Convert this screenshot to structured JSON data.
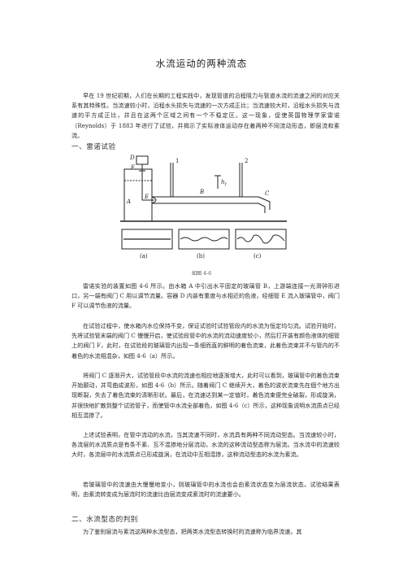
{
  "title": "水流运动的两种流态",
  "intro": "早在 19 世纪初期，人们在长期的工程实践中，发现管道的沿程阻力与管道水流的流速之间的对应关系有其特殊性。当流速较小时，沿程水头损失与流速的一次方成正比；当流速较大时，沿程水头损失与流速的平方成正比，并且在这两个区域之间有一个不稳定区。这一现象，促使英国物理学家雷诺 （Reynolds）于 1883 年进行了试验，并揭示了实际液体运动存在着两种不同流动形态，即层流和紊流。",
  "section1": "一、雷诺试验",
  "figure": {
    "labels": {
      "D": "D",
      "F": "F",
      "A": "A",
      "E": "E",
      "B": "B",
      "C": "C",
      "hf": "h",
      "hf_sub": "f",
      "n1": "1",
      "n2": "2"
    },
    "panels": [
      "(a)",
      "(b)",
      "(c)"
    ],
    "caption": "如图 4-6"
  },
  "p1": "雷诺实验的装置如图 4-6 所示。由水箱 A 中引出水平固定的玻璃管 B，上游端连接一光滑钟形进口，另一端有阀门 C 用以调节流量。容器 D 内装有重度与水相近的色液，经细管 E 流入玻璃管中，阀门 F 可以调节色液的流量。",
  "p2": "在试验过程中，使水箱内水位保持不变，保证试验时试验管段内的水流为恒定均匀流。试验开始时，先将试验管末端的阀门 C 慢慢开启，使试验段管中的水流的流动速度较小，然后打开装有颜色液体的细管上的阀门 F，此时，在试验段的玻璃管内出现一条细而直的鲜明的着色流束，此着色流束并不与管内的不着色的水流相混杂，如图 4-6（a）所示。",
  "p3": "将阀门 C 逐渐开大，试验管段中水流的流速也相应地逐渐增大，此时可以看到，玻璃管中的着色流束开始颤动，并弯曲成波形，如图 4-6（b）所示。随着阀门 C 继续开大，着色的波状流束先在個个地方出现断裂，失去了着色流束的清晰形状。最后，在流速达到某一定值时，着色流束便完全破裂，形成旋涡，并很快地扩散到整个试验管子，而使管中水流全部着色，如图 4-6（c）所示，这种现象说明水流质点已经相互混掺了。",
  "p4": "上述试验表明，在管中流动的水流，当其流速不同时，水流具有两种不同流动型态。当流速较小时，各流层的水流质点是有条不紊、互不混掺地分层流动，水流的这种流动型态称为层流。当水流中的流速较大时，各流层中的水流质点已形成旋涡，在流动中互相混掺，这种流动型态的水流为紊流。",
  "p5": "若玻璃管中的流速由大慢慢地变小，则玻璃管中的水流也会由紊流状态变为层流状态。试验结果表明，由紊流转变成为层流时的流速比由层流变成紊流时的流速要小。",
  "section2": "二、水流型态的判别",
  "p6": "为了鉴别层流与紊流这两种水流型态，把两类水流型态转换时的流速称为临界流速。其"
}
